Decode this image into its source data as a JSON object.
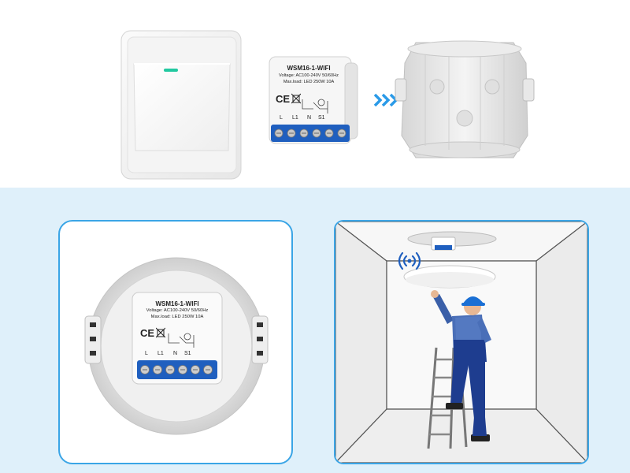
{
  "module": {
    "model": "WSM16-1-WIFI",
    "voltage": "Voltage: AC100-240V 50/60Hz",
    "max_load": "Max.load: LED 250W 10A",
    "ce_mark": "CE",
    "terminals": [
      "L",
      "L1",
      "N",
      "S1"
    ]
  },
  "colors": {
    "accent_blue": "#3aa5e6",
    "terminal_block": "#1f5fbf",
    "arrow": "#2a9ae8",
    "switch_led": "#22c9a0",
    "background_light": "#dff0fa",
    "helmet": "#1a6fd4",
    "overalls": "#1e3d8f"
  },
  "icons": [
    "wifi-signal-icon",
    "arrow-right-icon",
    "ce-mark-icon",
    "weee-bin-icon"
  ]
}
